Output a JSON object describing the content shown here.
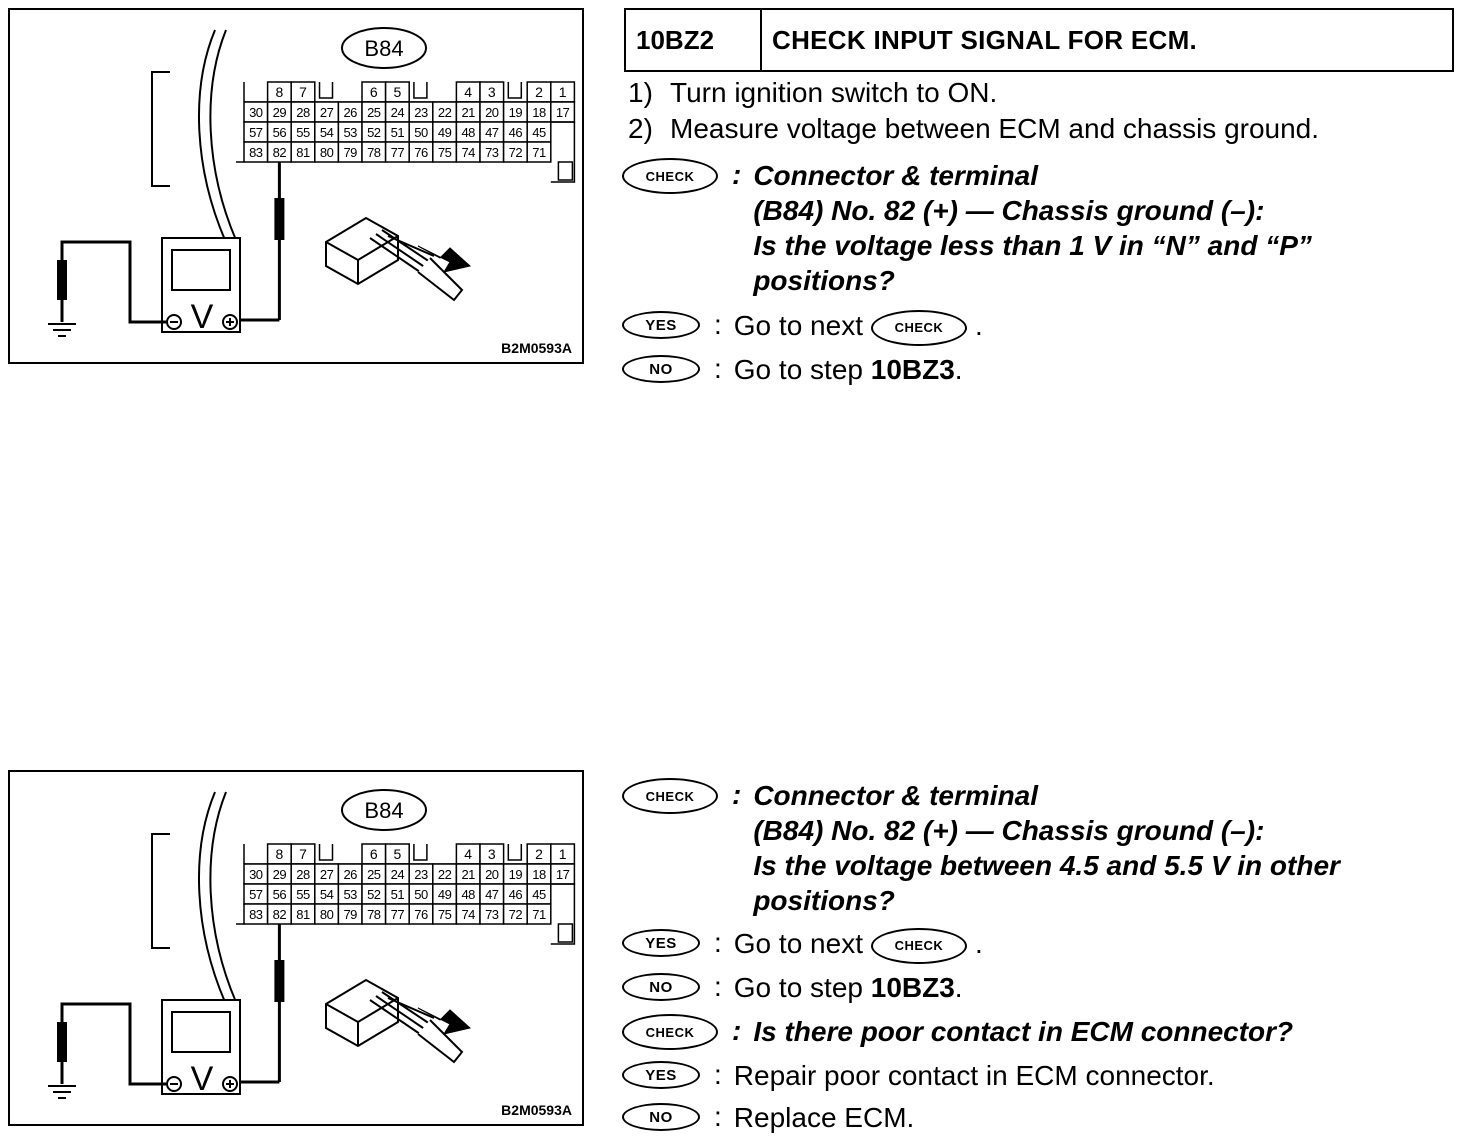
{
  "step": {
    "id": "10BZ2",
    "title": "CHECK INPUT SIGNAL FOR ECM."
  },
  "instructions": [
    {
      "num": "1)",
      "text": "Turn ignition switch to ON."
    },
    {
      "num": "2)",
      "text": "Measure voltage between ECM and chassis ground."
    }
  ],
  "figure": {
    "connector_label": "B84",
    "code": "B2M0593A",
    "meter_symbol": "V",
    "top_terminals": [
      "8",
      "7",
      "6",
      "5",
      "4",
      "3",
      "2",
      "1"
    ],
    "row1": [
      "30",
      "29",
      "28",
      "27",
      "26",
      "25",
      "24",
      "23",
      "22",
      "21",
      "20",
      "19",
      "18",
      "17"
    ],
    "row2": [
      "57",
      "56",
      "55",
      "54",
      "53",
      "52",
      "51",
      "50",
      "49",
      "48",
      "47",
      "46",
      "45"
    ],
    "row3": [
      "83",
      "82",
      "81",
      "80",
      "79",
      "78",
      "77",
      "76",
      "75",
      "74",
      "73",
      "72",
      "71"
    ]
  },
  "badges": {
    "check": "CHECK",
    "yes": "YES",
    "no": "NO"
  },
  "check1": {
    "lines": [
      "Connector & terminal",
      "(B84) No. 82 (+) — Chassis ground (–):",
      "Is the voltage less than 1 V in “N” and “P”",
      "positions?"
    ],
    "yes_prefix": "Go to next",
    "yes_suffix": ".",
    "no_prefix": "Go to step",
    "no_step": "10BZ3",
    "no_suffix": "."
  },
  "check2": {
    "lines": [
      "Connector & terminal",
      "(B84) No. 82 (+) — Chassis ground (–):",
      "Is the voltage between 4.5 and 5.5 V in other",
      "positions?"
    ],
    "yes_prefix": "Go to next",
    "yes_suffix": ".",
    "no_prefix": "Go to step",
    "no_step": "10BZ3",
    "no_suffix": "."
  },
  "check3": {
    "question": "Is there poor contact in ECM connector?",
    "yes": "Repair poor contact in ECM connector.",
    "no": "Replace ECM."
  }
}
